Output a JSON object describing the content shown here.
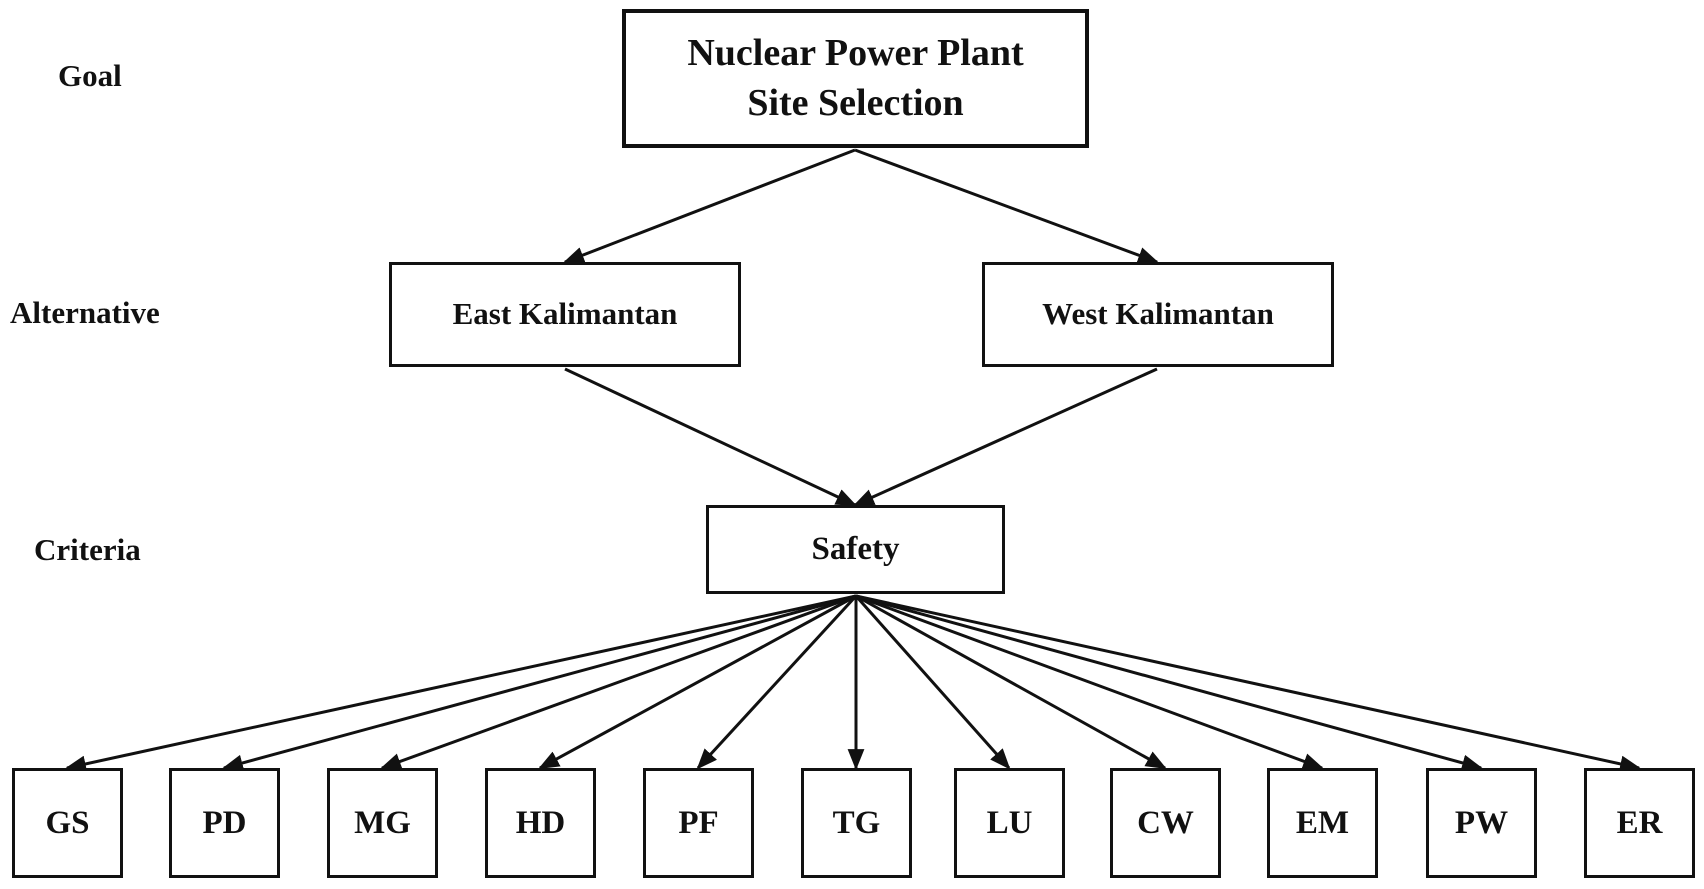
{
  "levels": {
    "goal": "Goal",
    "alternative": "Alternative",
    "criteria": "Criteria"
  },
  "goal": {
    "line1": "Nuclear Power Plant",
    "line2": "Site Selection"
  },
  "alternatives": [
    {
      "label": "East Kalimantan"
    },
    {
      "label": "West Kalimantan"
    }
  ],
  "criterion": {
    "label": "Safety"
  },
  "subcriteria": [
    {
      "label": "GS"
    },
    {
      "label": "PD"
    },
    {
      "label": "MG"
    },
    {
      "label": "HD"
    },
    {
      "label": "PF"
    },
    {
      "label": "TG"
    },
    {
      "label": "LU"
    },
    {
      "label": "CW"
    },
    {
      "label": "EM"
    },
    {
      "label": "PW"
    },
    {
      "label": "ER"
    }
  ],
  "colors": {
    "stroke": "#111111",
    "background": "#ffffff"
  }
}
